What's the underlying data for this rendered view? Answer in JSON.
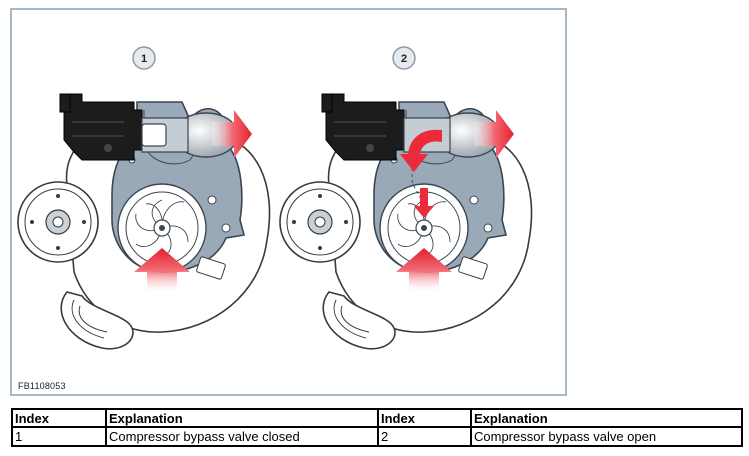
{
  "figure": {
    "callouts": [
      "1",
      "2"
    ],
    "id": "FB1108053"
  },
  "colors": {
    "housing": "#9aa9b8",
    "housing_stroke": "#3c4650",
    "valve_black": "#1c1c1c",
    "arrow": "#ec2b3a",
    "frame": "#a6b7c6"
  },
  "legend": {
    "headers": [
      "Index",
      "Explanation",
      "Index",
      "Explanation"
    ],
    "rows": [
      [
        "1",
        "Compressor bypass valve closed",
        "2",
        "Compressor bypass valve open"
      ]
    ]
  }
}
